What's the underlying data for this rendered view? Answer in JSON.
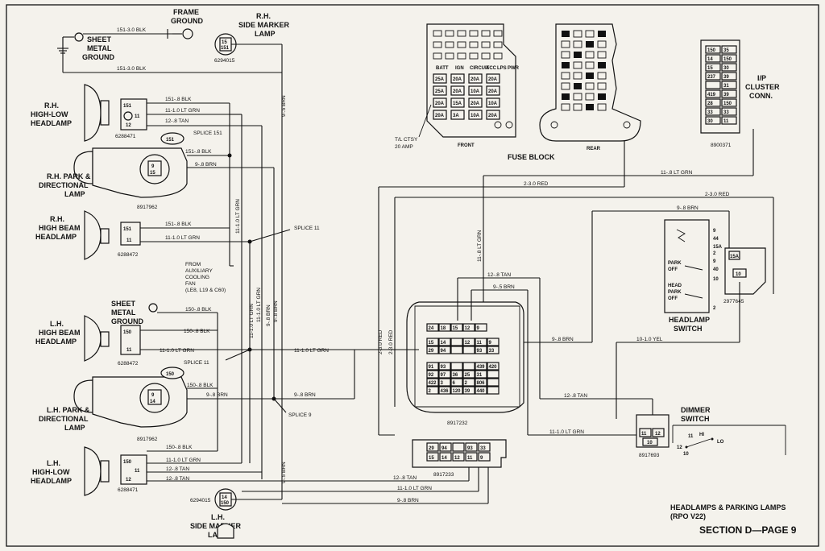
{
  "title": {
    "line1": "HEADLAMPS & PARKING LAMPS",
    "line2": "(RPO V22)",
    "section": "SECTION D—PAGE 9"
  },
  "components": {
    "frame_ground": [
      "FRAME",
      "GROUND"
    ],
    "sheet_metal_ground_top": [
      "SHEET",
      "METAL",
      "GROUND"
    ],
    "rh_side_marker": [
      "R.H.",
      "SIDE MARKER",
      "LAMP"
    ],
    "rh_high_low": [
      "R.H.",
      "HIGH-LOW",
      "HEADLAMP"
    ],
    "rh_park": [
      "R.H. PARK &",
      "DIRECTIONAL",
      "LAMP"
    ],
    "rh_high_beam": [
      "R.H.",
      "HIGH BEAM",
      "HEADLAMP"
    ],
    "aux_fan": [
      "FROM",
      "AUXILIARY",
      "COOLING",
      "FAN",
      "(LE8, L19 & C60)"
    ],
    "sheet_metal_ground_bottom": [
      "SHEET",
      "METAL",
      "GROUND"
    ],
    "lh_high_beam": [
      "L.H.",
      "HIGH BEAM",
      "HEADLAMP"
    ],
    "lh_park": [
      "L.H. PARK &",
      "DIRECTIONAL",
      "LAMP"
    ],
    "lh_high_low": [
      "L.H.",
      "HIGH-LOW",
      "HEADLAMP"
    ],
    "lh_side_marker": [
      "L.H.",
      "SIDE MARKER",
      "LAMP"
    ],
    "fuse_block": "FUSE BLOCK",
    "fuse_front": "FRONT",
    "fuse_rear": "REAR",
    "tl_ctsy": [
      "T/L CTSY",
      "20 AMP"
    ],
    "ip_cluster": [
      "I/P",
      "CLUSTER",
      "CONN."
    ],
    "headlamp_switch": [
      "HEADLAMP",
      "SWITCH"
    ],
    "dimmer_switch": [
      "DIMMER",
      "SWITCH"
    ]
  },
  "part_numbers": {
    "rh_side_marker": "6294015",
    "rh_high_low": "6288471",
    "rh_park": "8917962",
    "rh_high_beam": "6288472",
    "lh_high_beam": "6288472",
    "lh_park": "8917962",
    "lh_high_low": "6288471",
    "lh_side_marker": "6294015",
    "ip_cluster": "8900371",
    "bulkhead": "8917232",
    "bulkhead_small": "8917233",
    "headlamp_switch": "2977645",
    "dimmer": "8917693"
  },
  "splices": {
    "s151": "SPLICE 151",
    "s11_top": "SPLICE 11",
    "s11_bot": "SPLICE 11",
    "s9": "SPLICE 9"
  },
  "wires": {
    "w151_30_a": "151-3.0 BLK",
    "w151_30_b": "151-3.0 BLK",
    "w151_8_a": "151-.8 BLK",
    "w151_8_b": "151-.8 BLK",
    "w151_8_c": "151-.8 BLK",
    "w11_10_a": "11-1.0 LT GRN",
    "w11_10_b": "11-1.0 LT GRN",
    "w11_10_c": "11-1.0 LT GRN",
    "w11_10_d": "11-1.0 LT GRN",
    "w11_10_e": "11-1.0 LT GRN",
    "w11_10_f": "11-1.0 LT GRN",
    "w11_10_g": "11-1.0 LT GRN",
    "w11_10_h": "11-1.0 LT GRN",
    "w11_10_i": "11-1.0 LT GRN",
    "w11_10_j": "11-1.0 LT GRN",
    "w12_8_a": "12-.8 TAN",
    "w12_8_b": "12-.8 TAN",
    "w12_8_c": "12-.8 TAN",
    "w12_8_d": "12-.8 TAN",
    "w12_8_e": "12-.8 TAN",
    "w12_8_f": "12-.8 TAN",
    "w9_8_a": "9-.8 BRN",
    "w9_8_b": "9-.8 BRN",
    "w9_8_c": "9-.8 BRN",
    "w9_8_d": "9-.8 BRN",
    "w9_8_e": "9-.8 BRN",
    "w9_8_f": "9-.8 BRN",
    "w9_5_a": "9-.5 BRN",
    "w9_5_b": "9-.5 BRN",
    "w9_5_c": "9-.5 BRN",
    "w9_8_v1": "9-.8 BRN",
    "w9_8_v2": "9-.8 BRN",
    "w11_8_a": "11-.8 LT GRN",
    "w11_8_b": "11-.8 LT GRN",
    "w2_30_a": "2-3.0 RED",
    "w2_30_b": "2-3.0 RED",
    "w2_30_c": "2-3.0 RED",
    "w2_30_d": "2-3.0 RED",
    "w150_8_a": "150-.8 BLK",
    "w150_8_b": "150-.8 BLK",
    "w150_8_c": "150-.8 BLK",
    "w150_8_d": "150-.8 BLK",
    "w10_10": "10-1.0 YEL"
  },
  "pins": {
    "rh_hl": [
      "151",
      "11",
      "12"
    ],
    "rh_park": [
      "151",
      "9",
      "15"
    ],
    "rh_hb": [
      "151",
      "11"
    ],
    "lh_hb": [
      "150",
      "11"
    ],
    "lh_park": [
      "150",
      "9",
      "14"
    ],
    "lh_hl": [
      "150",
      "11",
      "12"
    ],
    "rh_marker": [
      "15",
      "151"
    ],
    "lh_marker": [
      "14",
      "150"
    ],
    "bulk_rows": [
      [
        "24",
        "18",
        "15",
        "12",
        "9"
      ],
      [
        "15",
        "14",
        "",
        "12",
        "11",
        "9"
      ],
      [
        "29",
        "94",
        "",
        "",
        "93",
        "33"
      ],
      [
        "91",
        "93",
        "",
        "",
        "439",
        "420"
      ],
      [
        "92",
        "97",
        "36",
        "25",
        "31",
        ""
      ],
      [
        "422",
        "3",
        "6",
        "2",
        "806",
        ""
      ],
      [
        "2",
        "436",
        "120",
        "39",
        "440",
        ""
      ]
    ],
    "small_rows": [
      [
        "29",
        "94",
        "",
        "93",
        "33"
      ],
      [
        "15",
        "14",
        "12",
        "11",
        "9"
      ]
    ],
    "ip_rows": [
      [
        "150",
        "35"
      ],
      [
        "14",
        "150"
      ],
      [
        "15",
        "30"
      ],
      [
        "237",
        "39"
      ],
      [
        "",
        "31"
      ],
      [
        "419",
        "39"
      ],
      [
        "28",
        "150"
      ],
      [
        "33",
        "33"
      ],
      [
        "30",
        "11"
      ]
    ],
    "hsw_term": [
      "9",
      "44",
      "15A",
      "2",
      "9",
      "40",
      "10",
      "2"
    ],
    "hsw_pos": [
      "PARK",
      "OFF",
      "HEAD",
      "PARK",
      "OFF"
    ],
    "dim": [
      "11",
      "12",
      "10",
      "11",
      "HI",
      "LO",
      "12",
      "10"
    ]
  },
  "fuses": {
    "labels": [
      "BATT",
      "IGN",
      "CIRCUIT",
      "ACC",
      "LPS",
      "PWR"
    ],
    "amps": [
      "25A",
      "20A",
      "20A",
      "20A",
      "25A",
      "20A",
      "10A",
      "20A",
      "20A",
      "15A",
      "20A",
      "10A",
      "20A",
      "3A",
      "10A",
      "20A",
      "3A"
    ]
  }
}
